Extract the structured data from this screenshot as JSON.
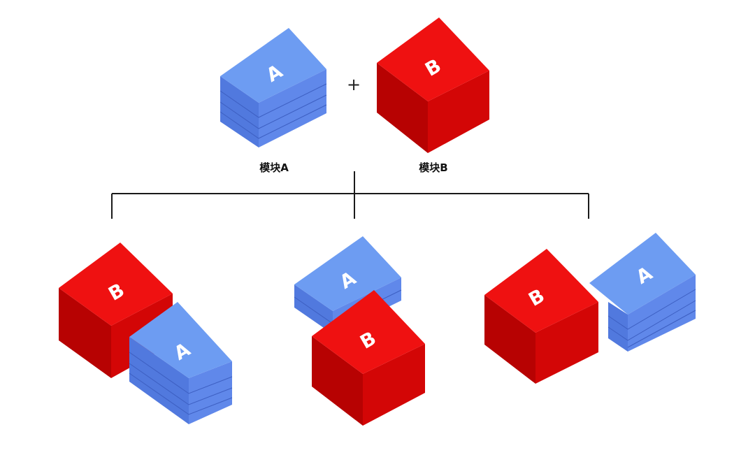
{
  "modules": {
    "a": {
      "letter": "A",
      "caption": "模块A",
      "colors": {
        "top": "#6d9cf2",
        "left": "#5179de",
        "right": "#6088ea",
        "line": "#3d5fc2"
      }
    },
    "b": {
      "letter": "B",
      "caption": "模块B",
      "colors": {
        "top": "#ef1111",
        "left": "#b70202",
        "right": "#d30606"
      }
    }
  },
  "operator": "+",
  "connector_color": "#1a1a1a",
  "combinations": [
    {
      "id": "combo-1",
      "arrangement": "B on upper-left, A offset lower-right"
    },
    {
      "id": "combo-2",
      "arrangement": "A behind, B stacked in front below"
    },
    {
      "id": "combo-3",
      "arrangement": "B left, A separated to the right"
    }
  ]
}
